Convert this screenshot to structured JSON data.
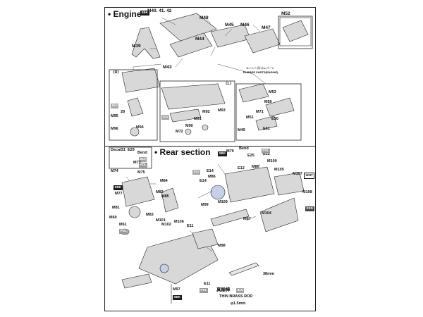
{
  "sections": {
    "engine_title": "• Engine",
    "rear_title": "• Rear section"
  },
  "engine": {
    "top_labels": [
      "M40. 41. 42",
      "M48",
      "M45",
      "M46",
      "M47",
      "M39",
      "M44",
      "M43",
      "M52"
    ],
    "sbk_badge": "SBK",
    "rubber_jp": "エンジン用ゴムパーツ",
    "rubber_en": "RUBBER PARTS(ENGINE)",
    "left_box": {
      "tag": "〈R〉",
      "labels": [
        "SLV",
        "28",
        "M95",
        "M96",
        "M94"
      ]
    },
    "mid_box": {
      "tag": "〈L〉",
      "labels": [
        "SLV",
        "M92",
        "M93",
        "M91",
        "M90",
        "M72"
      ]
    },
    "right_box": {
      "labels": [
        "M53",
        "M50",
        "M51",
        "M71",
        "E30",
        "M49",
        "E31"
      ]
    }
  },
  "rear": {
    "decal_title": "Decal31",
    "decal_labels": [
      "E29",
      "Bend",
      "SLV",
      "POL",
      "M73"
    ],
    "left_labels": [
      "M74",
      "M84",
      "M77",
      "M82",
      "M85",
      "M81",
      "M60",
      "M83",
      "M101",
      "M102",
      "M106",
      "M61",
      "M75",
      "SBK",
      "POL"
    ],
    "right_labels": [
      "M79",
      "Bend",
      "E25",
      "E12",
      "M100",
      "M80",
      "M86",
      "E14",
      "E14",
      "M105",
      "M107",
      "M99",
      "M109",
      "M108",
      "M87",
      "M104",
      "E12",
      "SBK",
      "SLV",
      "WHT",
      "RED",
      "POL"
    ],
    "bottom_labels": [
      "E11",
      "M98",
      "E11",
      "M97",
      "SBK",
      "POL",
      "SLV"
    ],
    "brass_jp": "真鍮棒",
    "brass_en": "THIN BRASS ROD",
    "brass_dia": "φ1.5mm",
    "brass_len": "38mm"
  }
}
